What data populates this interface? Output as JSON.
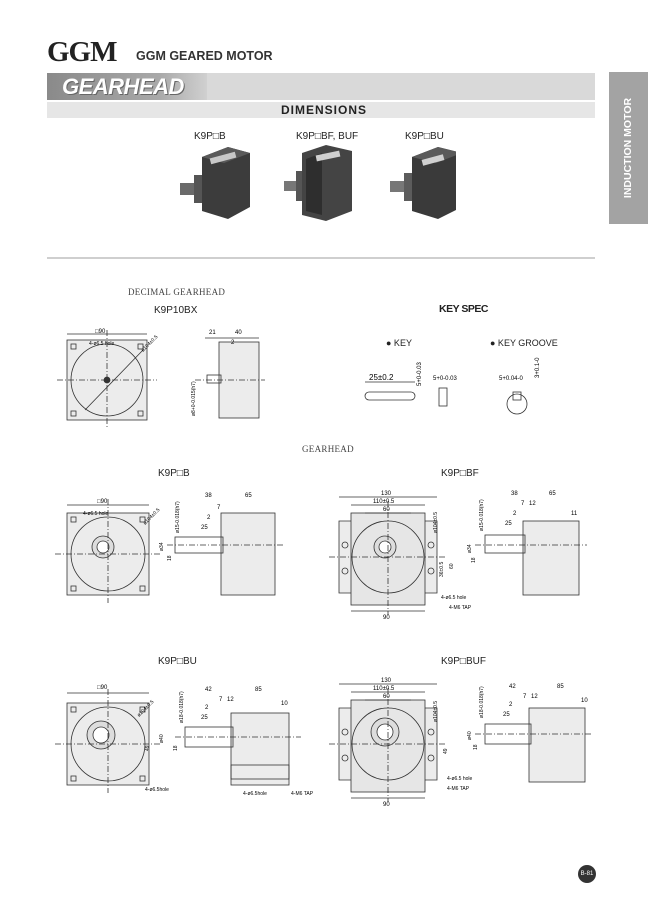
{
  "header": {
    "brand": "GGM",
    "brand_sub": "GGM GEARED MOTOR",
    "banner": "GEARHEAD",
    "section_title": "DIMENSIONS",
    "side_tab": "INDUCTION MOTOR"
  },
  "products": [
    {
      "label": "K9P□B"
    },
    {
      "label": "K9P□BF, BUF"
    },
    {
      "label": "K9P□BU"
    }
  ],
  "decimal_section": {
    "title": "DECIMAL GEARHEAD",
    "model": "K9P10BX",
    "dims": {
      "sq": "□90",
      "hole": "4-ø6.5 hole",
      "pcd": "ø104±0.5",
      "d21": "21",
      "d40": "40",
      "d2": "2",
      "shaft": "ø8+0-0.015(h7)"
    }
  },
  "key_spec": {
    "title": "KEY SPEC",
    "key_label": "● KEY",
    "groove_label": "● KEY  GROOVE",
    "key_len": "25±0.2",
    "key_h": "5+0-0.03",
    "key_w": "5+0-0.03",
    "groove_w": "5+0.04-0",
    "groove_d": "3+0.1-0"
  },
  "gearhead_section": {
    "title": "GEARHEAD",
    "drawings": [
      {
        "model": "K9P□B",
        "sq": "□90",
        "hole": "4-ø6.5 hole",
        "pcd": "ø104±0.5",
        "shaft": "ø15-0.018(h7)",
        "boss": "ø34",
        "d38": "38",
        "d65": "65",
        "d7": "7",
        "d2": "2",
        "d25": "25",
        "d18": "18"
      },
      {
        "model": "K9P□BF",
        "w130": "130",
        "w110": "110±0.5",
        "w60": "60",
        "w90": "90",
        "pcd": "ø104±0.5",
        "shaft": "ø15-0.018(h7)",
        "boss": "ø34",
        "d38": "38",
        "d65": "65",
        "d7": "7",
        "d12": "12",
        "d2": "2",
        "d25": "25",
        "d18": "18",
        "d11": "11",
        "v1": "36±0.5",
        "v2": "60",
        "hole": "4-ø6.5 hole",
        "tap": "4-M6 TAP"
      },
      {
        "model": "K9P□BU",
        "sq": "□90",
        "pcd": "ø104±0.5",
        "shaft": "ø18-0.018(h7)",
        "boss": "ø40",
        "d42": "42",
        "d85": "85",
        "d7": "7",
        "d12": "12",
        "d2": "2",
        "d25": "25",
        "d18": "18",
        "d10": "10",
        "v49": "49",
        "hole": "4-ø6.5hole",
        "hole2": "4-ø6.5hole",
        "tap": "4-M6 TAP"
      },
      {
        "model": "K9P□BUF",
        "w130": "130",
        "w110": "110±0.5",
        "w60": "60",
        "w90": "90",
        "pcd": "ø104±0.5",
        "shaft": "ø18-0.018(h7)",
        "boss": "ø40",
        "d42": "42",
        "d85": "85",
        "d7": "7",
        "d12": "12",
        "d2": "2",
        "d25": "25",
        "d18": "18",
        "d10": "10",
        "v49": "49",
        "hole": "4-ø6.5 hole",
        "tap": "4-M6 TAP"
      }
    ]
  },
  "page_number": "B-81"
}
